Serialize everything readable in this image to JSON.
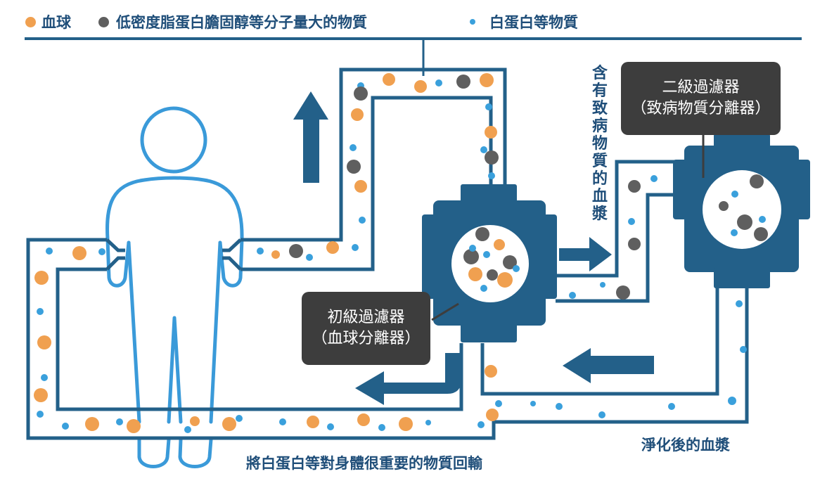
{
  "legend": {
    "items": [
      {
        "label": "血球",
        "icon": "orange-dot-icon",
        "color": "#f0a050"
      },
      {
        "label": "低密度脂蛋白膽固醇等分子量大的物質",
        "icon": "gray-dot-icon",
        "color": "#5f5f5f"
      },
      {
        "label": "白蛋白等物質",
        "icon": "blue-dot-icon",
        "color": "#3aa0dc"
      }
    ]
  },
  "filters": {
    "primary": {
      "title": "初級過濾器",
      "subtitle": "（血球分離器）"
    },
    "secondary": {
      "title": "二級過濾器",
      "subtitle": "（致病物質分離器）"
    }
  },
  "labels": {
    "pathogenic_plasma": "含有致病物質的血漿",
    "purified_plasma": "淨化後的血漿",
    "return_text": "將白蛋白等對身體很重要的物質回輸"
  },
  "colors": {
    "tube": "#236089",
    "person": "#3a9ad9",
    "blood_cell": "#f0a050",
    "ldl": "#5f5f5f",
    "albumin": "#3aa0dc",
    "callout": "#3d3d3d"
  }
}
